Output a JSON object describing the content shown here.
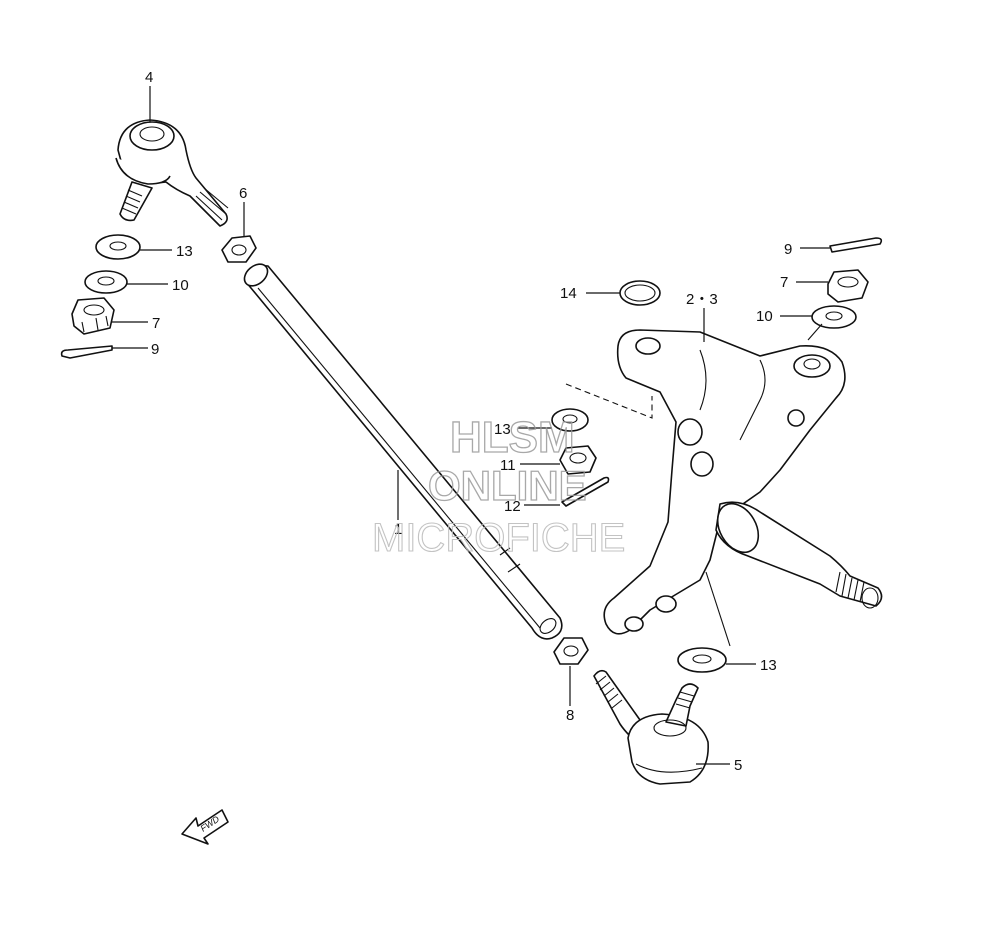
{
  "callouts": {
    "c4": "4",
    "c6": "6",
    "c13a": "13",
    "c10a": "10",
    "c7a": "7",
    "c9a": "9",
    "c1": "1",
    "c14": "14",
    "c23": "2・3",
    "c9b": "9",
    "c7b": "7",
    "c10b": "10",
    "c13b": "13",
    "c11": "11",
    "c12": "12",
    "c13c": "13",
    "c8": "8",
    "c5": "5"
  },
  "watermark": {
    "line1": "HLSM",
    "line2": "ONLINE",
    "line3": "MICROFICHE"
  },
  "fwd_arrow": {
    "label": "FWD"
  }
}
